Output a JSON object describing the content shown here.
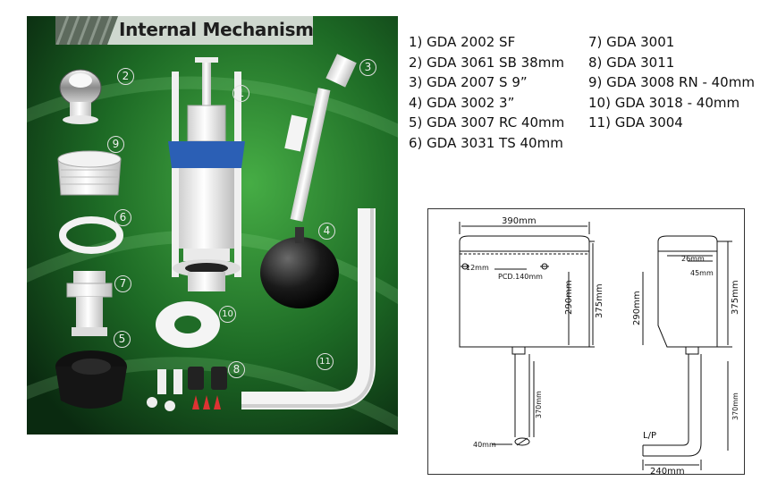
{
  "title": "Internal Mechanism",
  "callouts": [
    "1",
    "2",
    "3",
    "4",
    "5",
    "6",
    "7",
    "8",
    "9",
    "10",
    "11"
  ],
  "parts_left": [
    "1) GDA 2002 SF",
    "2) GDA 3061 SB 38mm",
    "3) GDA 2007 S 9”",
    "4) GDA 3002 3”",
    "5) GDA 3007 RC 40mm",
    "6) GDA 3031 TS 40mm"
  ],
  "parts_right": [
    "7) GDA 3001",
    "8) GDA 3011",
    "9) GDA 3008 RN - 40mm",
    "10) GDA 3018 - 40mm",
    "11) GDA 3004"
  ],
  "front_view": {
    "width": "390mm",
    "height": "375mm",
    "water_height": "290mm",
    "hole": "12mm",
    "pcd": "PCD.140mm",
    "pipe_length": "370mm",
    "pipe_dia": "40mm"
  },
  "side_view": {
    "inner": "26mm",
    "outer": "45mm",
    "water_height": "290mm",
    "height": "375mm",
    "pipe_length": "370mm",
    "lp_label": "L/P",
    "offset": "240mm"
  },
  "colors": {
    "photo_bg_dark": "#0d2e12",
    "photo_bg_light": "#3aa23a",
    "title_band": "#cfd8cf",
    "mechanism_blue": "#2b5fb5"
  }
}
